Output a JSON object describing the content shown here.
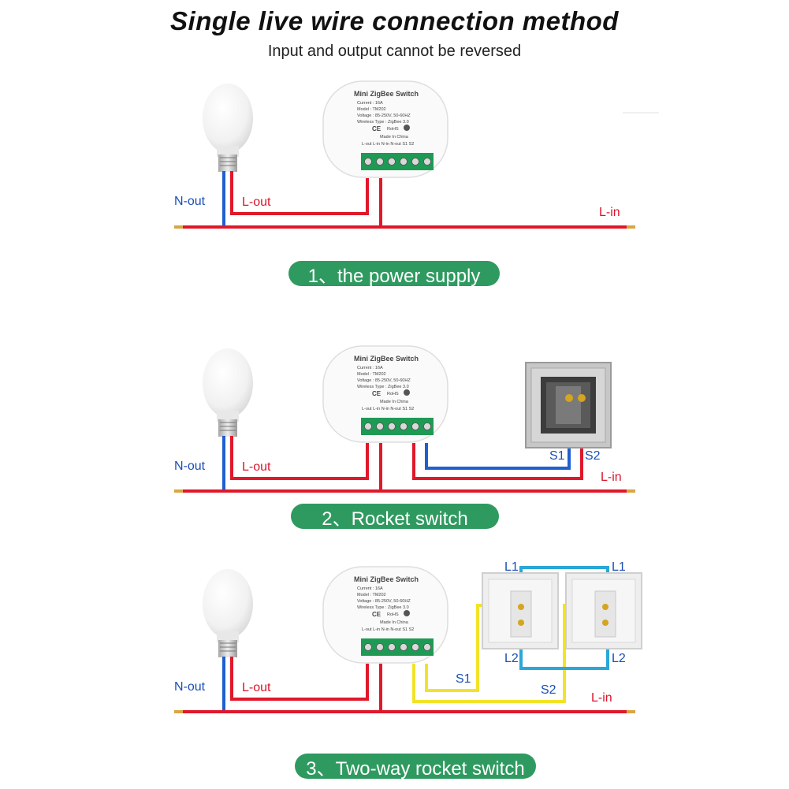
{
  "title": "Single live wire connection method",
  "subtitle": "Input and output cannot be reversed",
  "module": {
    "name": "Mini ZigBee Switch",
    "current": "Current : 16A",
    "model": "Model : TM202",
    "voltage": "Voltage : 85-250V, 50-60HZ",
    "wireless": "Wireless Type : ZigBee 3.0",
    "ce": "CE",
    "rohs": "RoHS",
    "made_in": "Made In China",
    "terminals": "L-out  L-in  N-in  N-out  S1    S2"
  },
  "labels": {
    "n_out": "N-out",
    "l_out": "L-out",
    "l_in": "L-in",
    "s1": "S1",
    "s2": "S2",
    "l1": "L1",
    "l2": "L2"
  },
  "sections": [
    {
      "label": "1、the power supply"
    },
    {
      "label": "2、Rocket switch"
    },
    {
      "label": "3、Two-way rocket switch"
    }
  ],
  "colors": {
    "live": "#e0182a",
    "neutral": "#1f5fd0",
    "switch_wire": "#f2e32a",
    "link_wire": "#2aa7d8",
    "badge": "#2f9a60",
    "label_red": "#d9162a",
    "label_blue": "#1a4fb5"
  }
}
